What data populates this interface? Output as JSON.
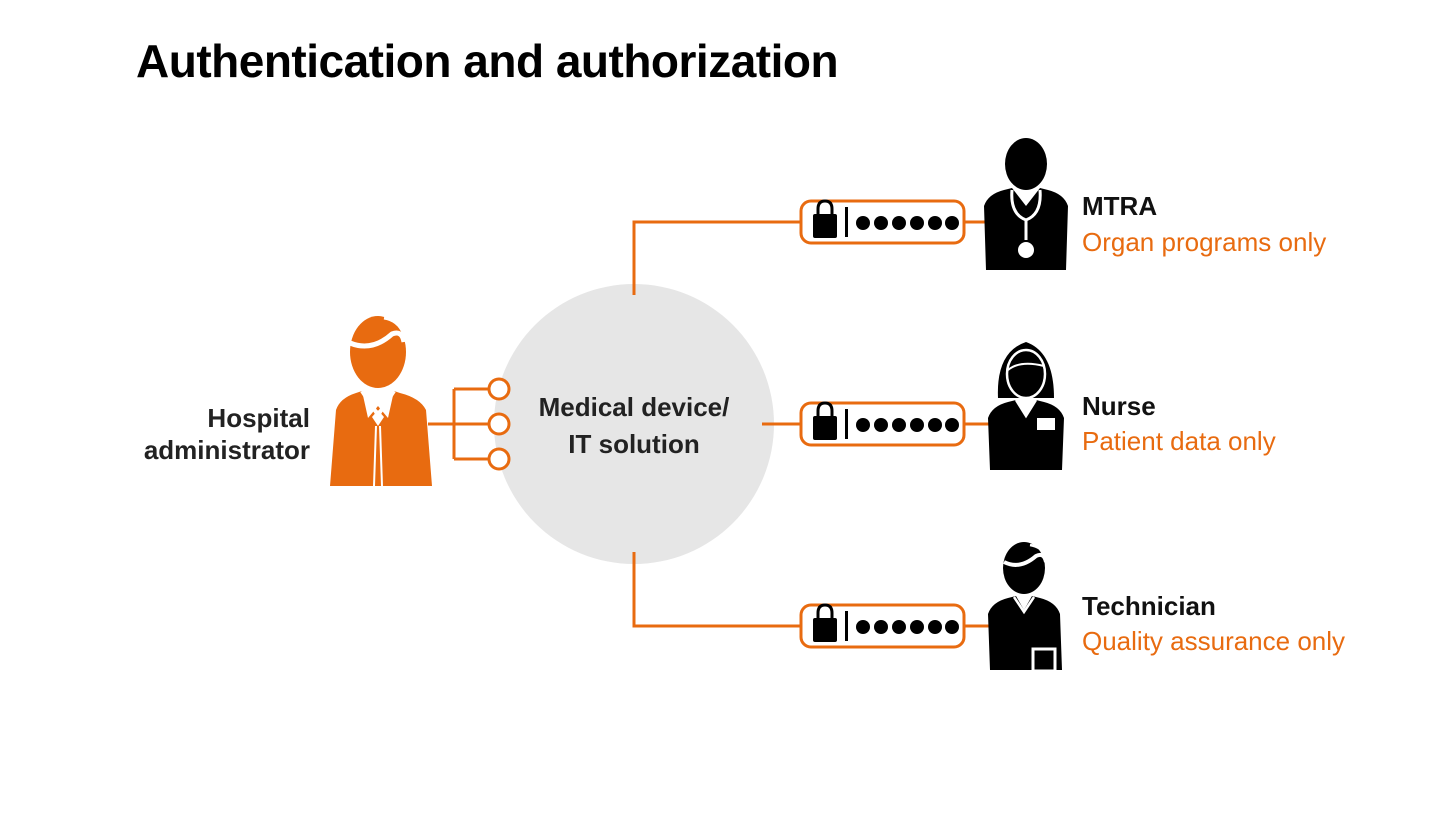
{
  "title": "Authentication and authorization",
  "colors": {
    "accent": "#E86B10",
    "circle": "#E6E6E6",
    "dark": "#000000"
  },
  "admin": {
    "label_line1": "Hospital",
    "label_line2": "administrator"
  },
  "center": {
    "line1": "Medical device/",
    "line2": "IT solution"
  },
  "roles": [
    {
      "name": "MTRA",
      "access": "Organ programs only",
      "icon": "doctor-stethoscope-icon"
    },
    {
      "name": "Nurse",
      "access": "Patient data only",
      "icon": "nurse-icon"
    },
    {
      "name": "Technician",
      "access": "Quality assurance only",
      "icon": "technician-icon"
    }
  ],
  "password_mask": "●●●●●●"
}
